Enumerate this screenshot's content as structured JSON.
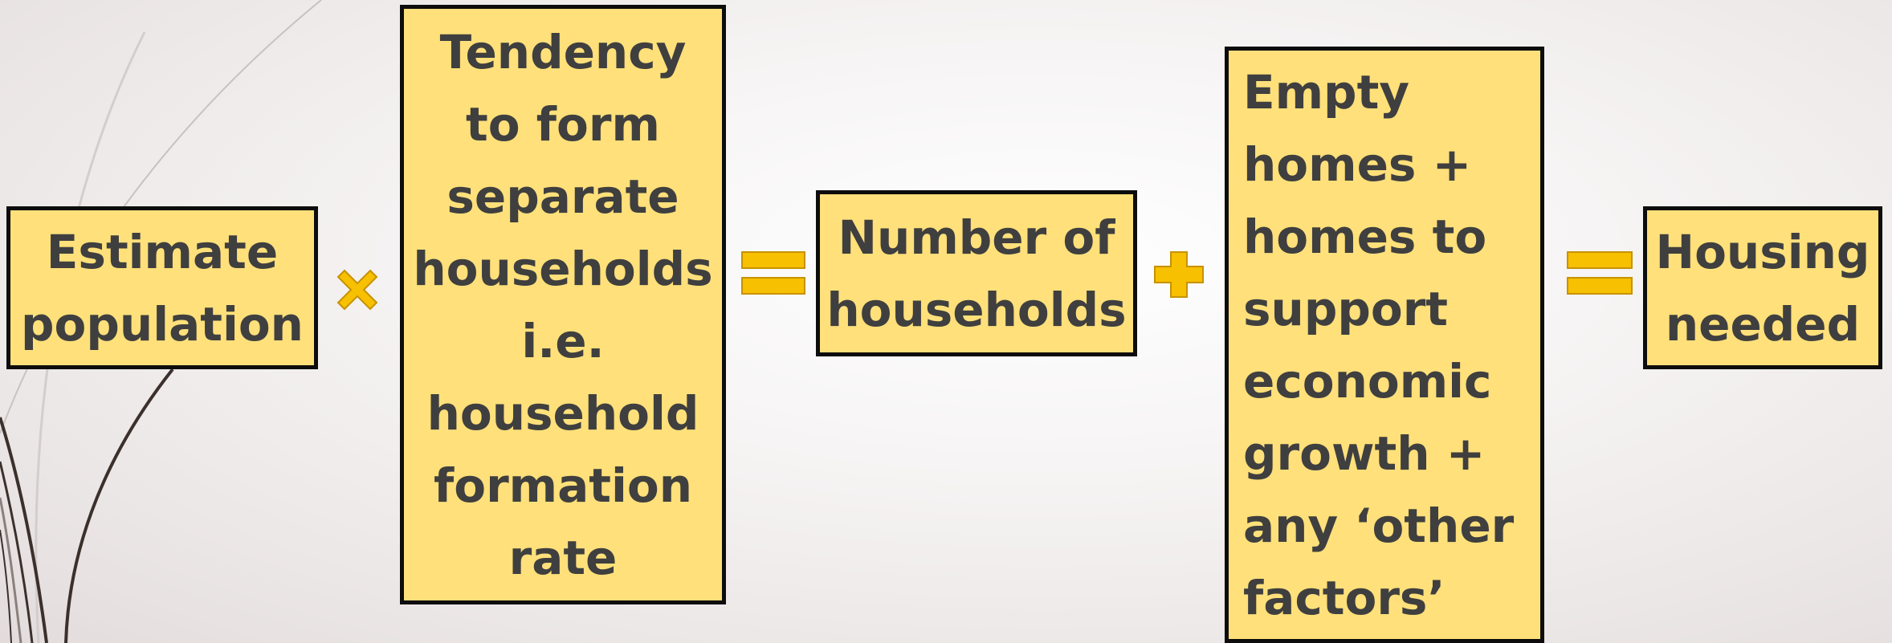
{
  "diagram": {
    "boxes": [
      {
        "id": "estimate-population",
        "lines": [
          "Estimate",
          "population"
        ]
      },
      {
        "id": "household-formation",
        "lines": [
          "Tendency",
          "to form",
          "separate",
          "households",
          "i.e.",
          "household",
          "formation",
          "rate"
        ]
      },
      {
        "id": "number-of-households",
        "lines": [
          "Number of",
          "households"
        ]
      },
      {
        "id": "empty-homes",
        "lines": [
          "Empty",
          "homes +",
          "homes to",
          "support",
          "economic",
          "growth +",
          "any ‘other",
          "factors’"
        ]
      },
      {
        "id": "housing-needed",
        "lines": [
          "Housing",
          "needed"
        ]
      }
    ],
    "operators": [
      "multiply",
      "equals",
      "plus",
      "equals"
    ],
    "colors": {
      "box_fill": "#ffe07a",
      "box_border": "#0d0d0d",
      "text": "#3f3f3f",
      "operator_fill": "#f7c000",
      "operator_stroke": "#c79200"
    }
  }
}
